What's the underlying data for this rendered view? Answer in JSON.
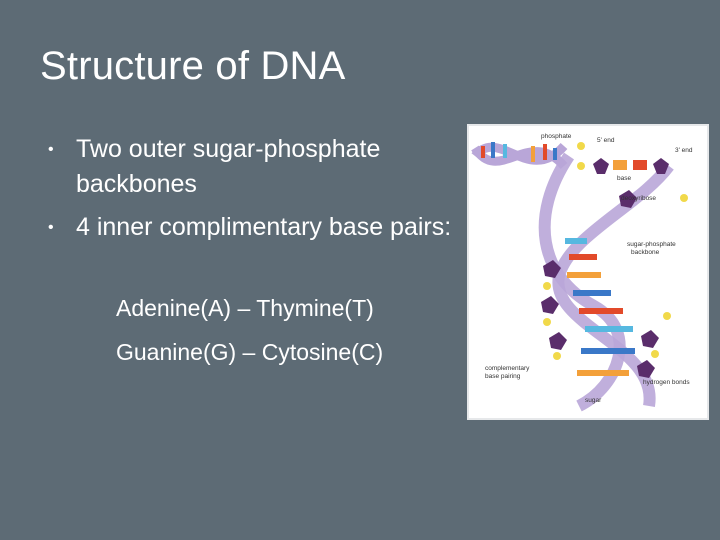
{
  "slide": {
    "title": "Structure of DNA",
    "bullets": [
      "Two outer sugar-phosphate backbones",
      "4 inner complimentary base pairs:"
    ],
    "subitems": [
      "Adenine(A) – Thymine(T)",
      "Guanine(G) – Cytosine(C)"
    ]
  },
  "figure": {
    "labels": {
      "phosphate": "phosphate",
      "five_end": "5' end",
      "three_end": "3' end",
      "base": "base",
      "deoxyribose": "deoxyribose",
      "sugar_phosphate_backbone_1": "sugar-phosphate",
      "sugar_phosphate_backbone_2": "backbone",
      "complementary_1": "complementary",
      "complementary_2": "base pairing",
      "hydrogen_bonds": "hydrogen bonds",
      "sugar": "sugar"
    },
    "colors": {
      "backbone": "#b9a6d8",
      "sugar": "#5a2d6b",
      "phosphate": "#f1d94a",
      "adenine": "#e24a2a",
      "thymine": "#f3a03a",
      "guanine": "#3a78c8",
      "cytosine": "#56b8e0"
    }
  }
}
